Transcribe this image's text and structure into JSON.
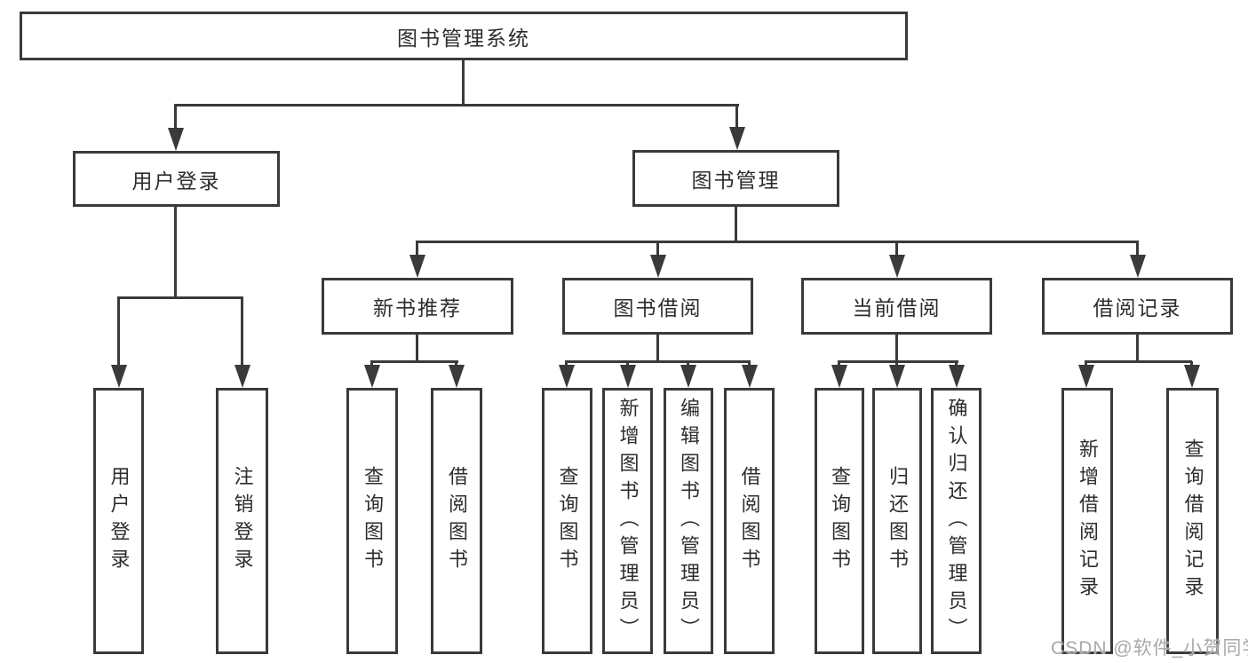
{
  "diagram": {
    "type": "hierarchy-tree",
    "orientation": "top-down",
    "colors": {
      "line": "#3a3a3a",
      "border": "#3a3a3a",
      "text": "#2d2d2d",
      "background": "#ffffff",
      "watermark": "#a9a9a9"
    }
  },
  "tree": {
    "label": "图书管理系统",
    "children": [
      {
        "label": "用户登录",
        "children": [
          {
            "label": "用户登录"
          },
          {
            "label": "注销登录"
          }
        ]
      },
      {
        "label": "图书管理",
        "children": [
          {
            "label": "新书推荐",
            "children": [
              {
                "label": "查询图书"
              },
              {
                "label": "借阅图书"
              }
            ]
          },
          {
            "label": "图书借阅",
            "children": [
              {
                "label": "查询图书"
              },
              {
                "label": "新增图书（管理员）"
              },
              {
                "label": "编辑图书（管理员）"
              },
              {
                "label": "借阅图书"
              }
            ]
          },
          {
            "label": "当前借阅",
            "children": [
              {
                "label": "查询图书"
              },
              {
                "label": "归还图书"
              },
              {
                "label": "确认归还（管理员）"
              }
            ]
          },
          {
            "label": "借阅记录",
            "children": [
              {
                "label": "新增借阅记录"
              },
              {
                "label": "查询借阅记录"
              }
            ]
          }
        ]
      }
    ]
  },
  "watermark": {
    "text": "CSDN @软件_小贺同学"
  }
}
